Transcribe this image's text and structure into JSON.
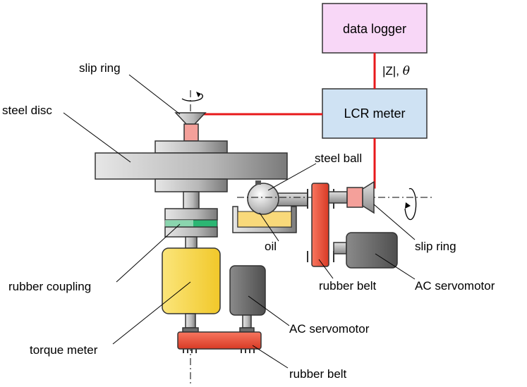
{
  "labels": {
    "data_logger": "data logger",
    "signal_z": "|Z|,",
    "signal_theta": "θ",
    "lcr_meter": "LCR meter",
    "slip_ring_top": "slip ring",
    "steel_disc": "steel disc",
    "steel_ball": "steel ball",
    "oil": "oil",
    "slip_ring_right": "slip ring",
    "rubber_belt_right": "rubber belt",
    "ac_servomotor_right": "AC servomotor",
    "rubber_coupling": "rubber coupling",
    "torque_meter": "torque meter",
    "ac_servomotor_bottom": "AC servomotor",
    "rubber_belt_bottom": "rubber belt"
  },
  "colors": {
    "wire": "#e8191b",
    "data_logger_fill": "#f8d7f7",
    "lcr_meter_fill": "#cfe2f3",
    "torque_meter_fill": "#f9d949",
    "coupling_green": "#2bb673",
    "belt_red": "#e84c3d",
    "oil_fill": "#f9d97a",
    "motor_gray": "#6d6d6d",
    "steel_gray": "#bdbdbd"
  }
}
